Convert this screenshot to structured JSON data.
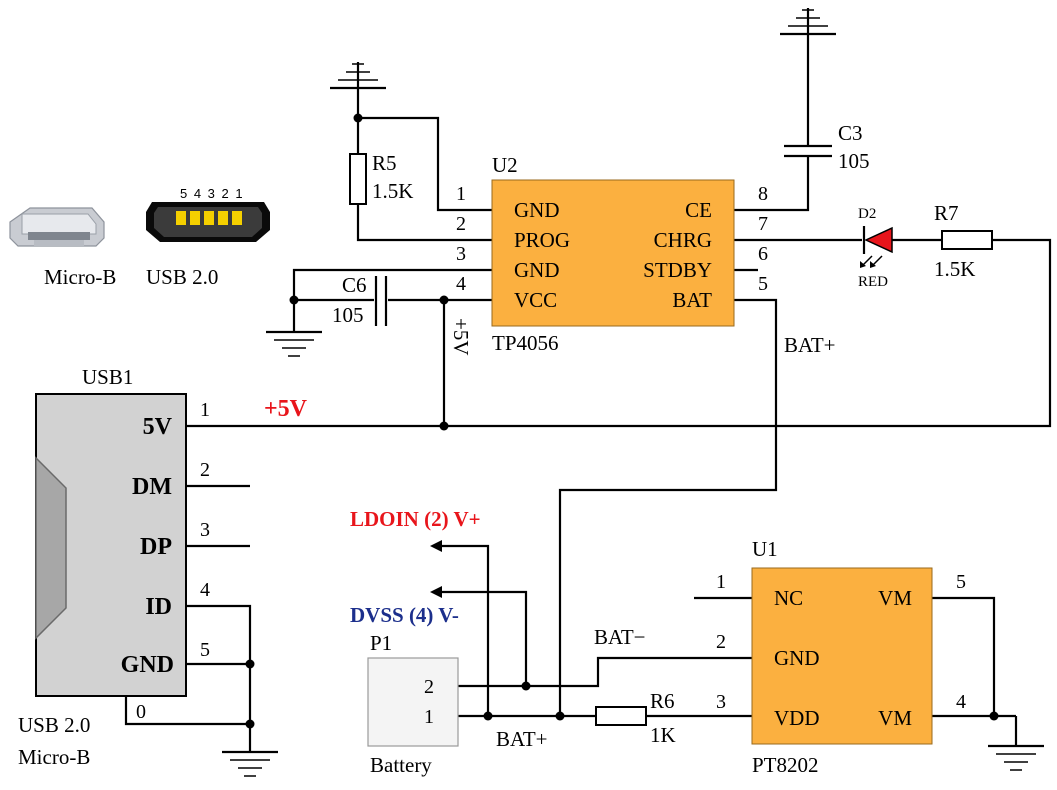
{
  "u2": {
    "ref": "U2",
    "part": "TP4056",
    "left_pins": [
      {
        "num": "1",
        "name": "GND"
      },
      {
        "num": "2",
        "name": "PROG"
      },
      {
        "num": "3",
        "name": "GND"
      },
      {
        "num": "4",
        "name": "VCC"
      }
    ],
    "right_pins": [
      {
        "num": "8",
        "name": "CE"
      },
      {
        "num": "7",
        "name": "CHRG"
      },
      {
        "num": "6",
        "name": "STDBY"
      },
      {
        "num": "5",
        "name": "BAT"
      }
    ]
  },
  "u1": {
    "ref": "U1",
    "part": "PT8202",
    "left_pins": [
      {
        "num": "1",
        "name": "NC"
      },
      {
        "num": "2",
        "name": "GND"
      },
      {
        "num": "3",
        "name": "VDD"
      }
    ],
    "right_pins": [
      {
        "num": "5",
        "name": "VM"
      },
      {
        "num": "4",
        "name": "VM"
      }
    ]
  },
  "usb1": {
    "ref": "USB1",
    "caption_line1": "USB 2.0",
    "caption_line2": "Micro-B",
    "pins": [
      {
        "num": "1",
        "name": "5V"
      },
      {
        "num": "2",
        "name": "DM"
      },
      {
        "num": "3",
        "name": "DP"
      },
      {
        "num": "4",
        "name": "ID"
      },
      {
        "num": "5",
        "name": "GND"
      }
    ],
    "shield_pin": "0"
  },
  "connector_photo": {
    "label_left": "Micro-B",
    "label_right": "USB 2.0",
    "pin_numbers": "5 4 3 2 1"
  },
  "r5": {
    "ref": "R5",
    "value": "1.5K"
  },
  "r6": {
    "ref": "R6",
    "value": "1K"
  },
  "r7": {
    "ref": "R7",
    "value": "1.5K"
  },
  "c3": {
    "ref": "C3",
    "value": "105"
  },
  "c6": {
    "ref": "C6",
    "value": "105"
  },
  "d2": {
    "ref": "D2",
    "color_label": "RED"
  },
  "p1": {
    "ref": "P1",
    "caption": "Battery",
    "pin_2": "2",
    "pin_1": "1"
  },
  "nets": {
    "plus5v_vertical": "+5V",
    "plus5v_main": "+5V",
    "bat_plus_top": "BAT+",
    "bat_plus_bottom": "BAT+",
    "bat_minus": "BAT−",
    "ldoin": "LDOIN (2) V+",
    "dvss": "DVSS (4) V-"
  },
  "colors": {
    "chip_fill": "#fbb040",
    "led_red": "#e8151b",
    "net_red": "#e8151b",
    "net_blue": "#1c2f8c",
    "usb_body": "#d2d2d2"
  }
}
